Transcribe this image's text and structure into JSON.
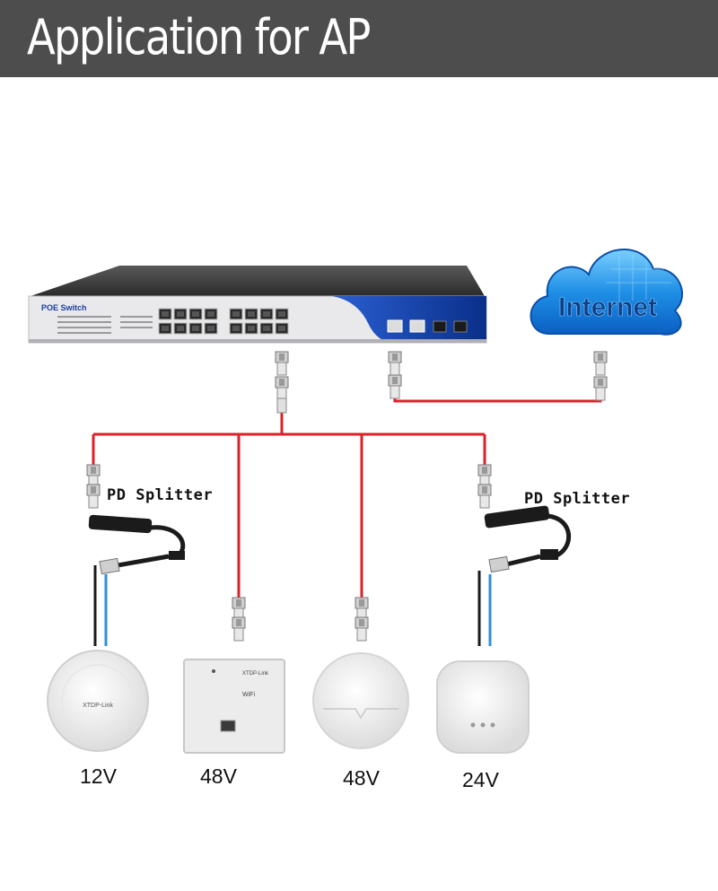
{
  "header": {
    "title": "Application for AP"
  },
  "switch": {
    "label": "POE Switch"
  },
  "cloud": {
    "label": "Internet"
  },
  "splitters": [
    {
      "label": "PD Splitter"
    },
    {
      "label": "PD Splitter"
    }
  ],
  "devices": [
    {
      "voltage": "12V",
      "brand": "XTDP-Link"
    },
    {
      "voltage": "48V",
      "brand": "XTDP-Link",
      "badge": "WiFi"
    },
    {
      "voltage": "48V"
    },
    {
      "voltage": "24V"
    }
  ],
  "colors": {
    "cable": "#d9222a",
    "dc_line": "#1a1a1a",
    "data_line": "#2f8fd8",
    "header_bg": "#4d4d4d"
  }
}
